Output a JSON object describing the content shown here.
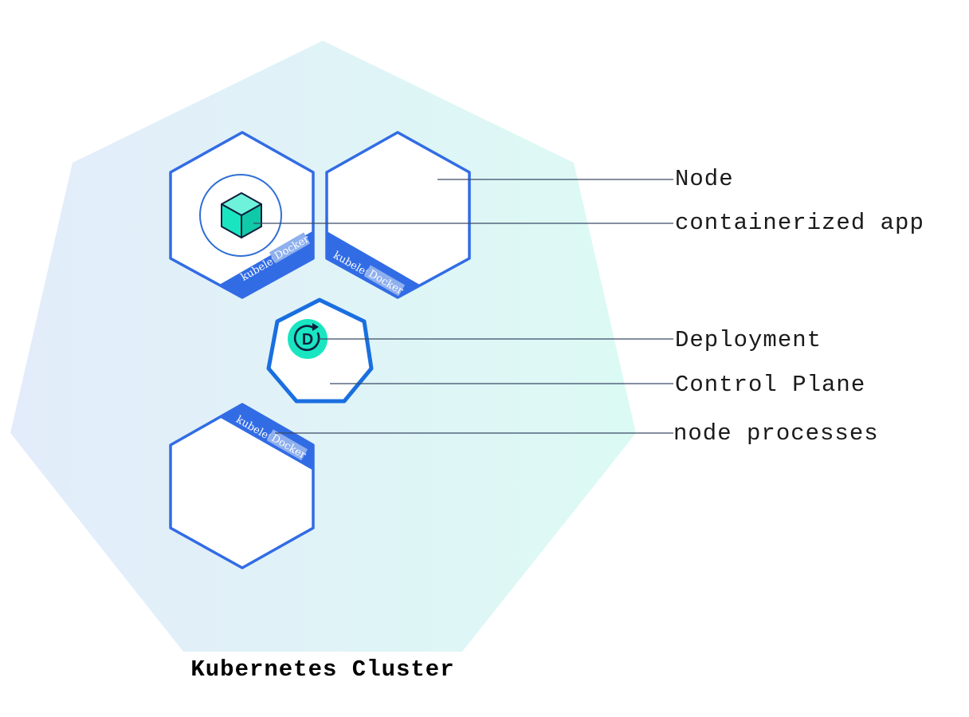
{
  "diagram": {
    "cluster_title": "Kubernetes Cluster",
    "callouts": {
      "node": "Node",
      "containerized_app": "containerized app",
      "deployment": "Deployment",
      "control_plane": "Control Plane",
      "node_processes": "node processes"
    },
    "node_badges": {
      "kubelet": "kubelet",
      "docker": "Docker"
    },
    "deployment_icon_letter": "D"
  },
  "colors": {
    "cluster_gradient_start": "#e3ecfa",
    "cluster_gradient_end": "#dcfaf4",
    "node_border": "#326ce5",
    "control_plane_border": "#1a6fe0",
    "band": "#326ce5",
    "docker_chip": "#8fb0ee",
    "container_accent": "#19e6c1",
    "callout_line": "#3a4a66"
  },
  "icons": [
    "cube-icon",
    "deployment-icon"
  ]
}
